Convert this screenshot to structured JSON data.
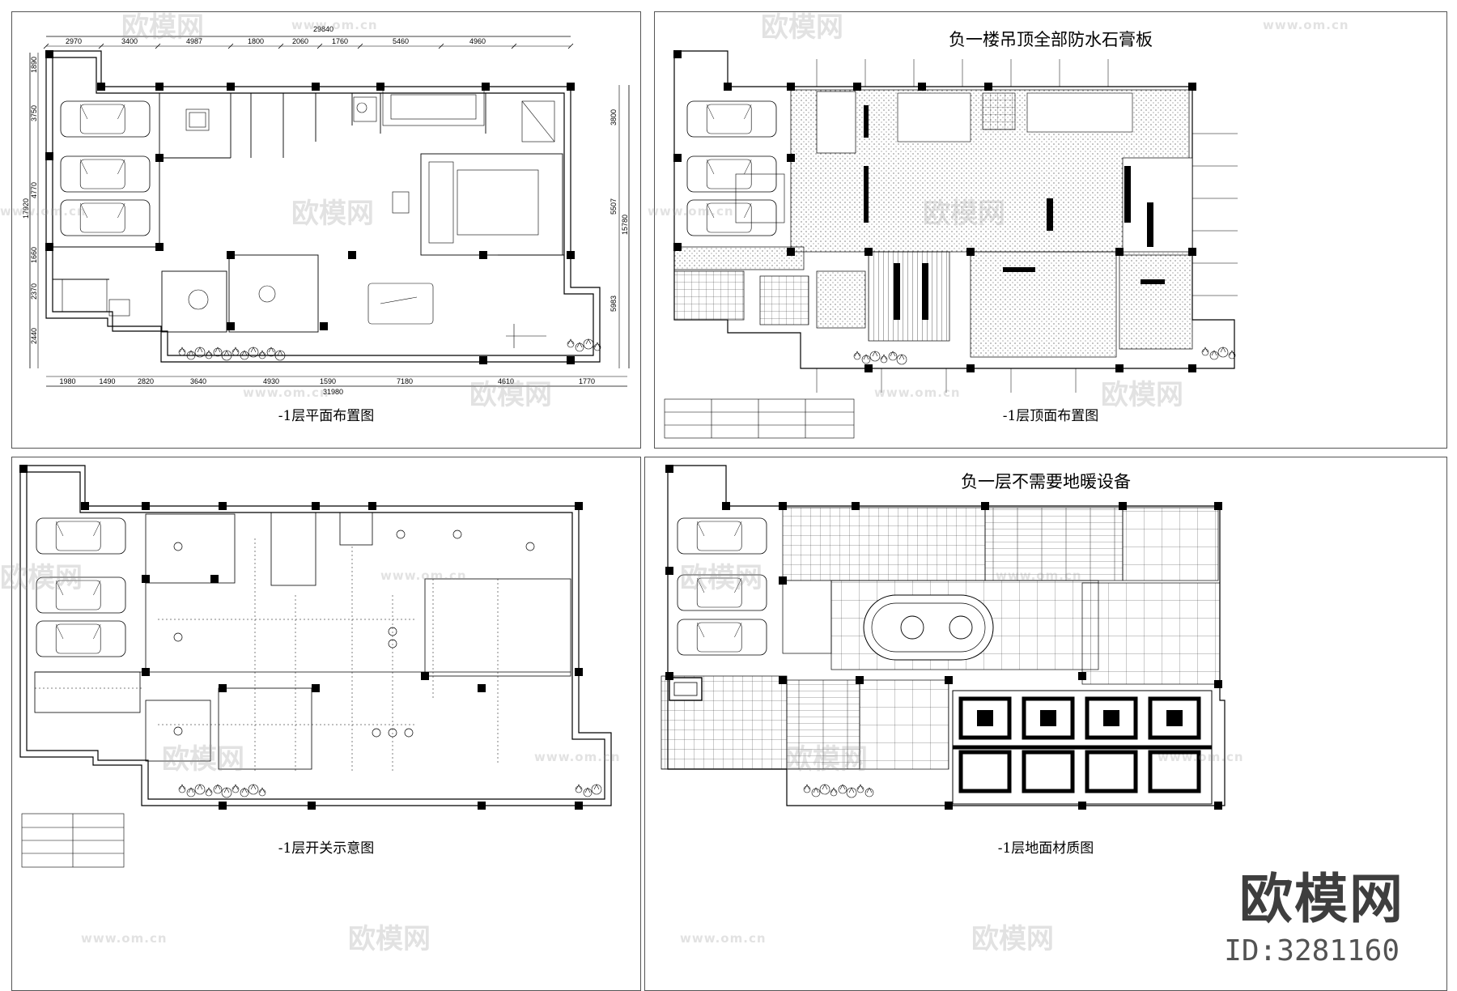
{
  "panels": {
    "plan": {
      "caption": "-1层平面布置图"
    },
    "ceiling": {
      "caption": "-1层顶面布置图",
      "note": "负一楼吊顶全部防水石膏板"
    },
    "switch": {
      "caption": "-1层开关示意图"
    },
    "floor": {
      "caption": "-1层地面材质图",
      "note": "负一层不需要地暖设备"
    }
  },
  "dimensions": {
    "top_total": "29840",
    "top": [
      "2970",
      "3400",
      "4987",
      "1800",
      "2060",
      "1760",
      "5460",
      "4960"
    ],
    "bottom_total": "31980",
    "bottom": [
      "1980",
      "1490",
      "2820",
      "3640",
      "4930",
      "1590",
      "7180",
      "4610",
      "1770"
    ],
    "left_total": "17920",
    "left": [
      "1890",
      "3750",
      "4770",
      "1660",
      "2370",
      "2440"
    ],
    "right": [
      "3800",
      "5507",
      "15780",
      "5983"
    ]
  },
  "watermark": {
    "logo": "欧模网",
    "url": "www.om.cn",
    "brand": "欧模网",
    "id": "ID:3281160"
  }
}
